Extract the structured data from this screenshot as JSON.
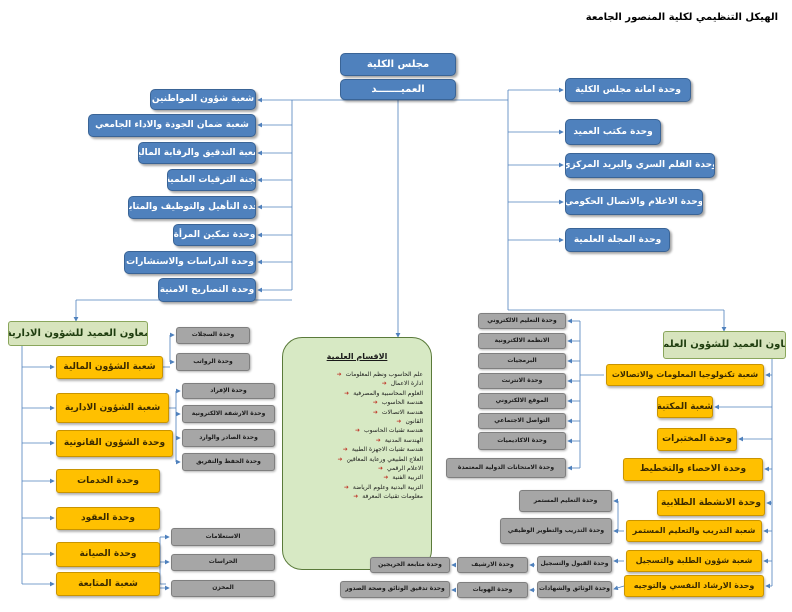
{
  "title": "الهيكل التنظيمي لكلية المنصور الجامعة",
  "top": {
    "council": "مجلس الكلية",
    "dean": "العميـــــــد"
  },
  "left_units": [
    "شعبة شؤون المواطنين",
    "شعبة ضمان الجودة والاداء الجامعي",
    "شعبة التدقيق والرقابة المالية",
    "لجنة الترقيات العلمية",
    "وحدة التأهيل والتوظيف والمتابعة",
    "وحدة تمكين المرأة",
    "وحدة الدراسات والاستشارات",
    "وحدة التصاريح الامنية"
  ],
  "right_units": [
    "وحدة امانة مجلس الكلية",
    "وحدة مكتب العميد",
    "وحدة القلم السري والبريد المركزي",
    "وحدة الاعلام والاتصال الحكومي",
    "وحدة المجلة العلمية"
  ],
  "admin": {
    "head": "معاون العميد للشؤون الادارية",
    "sections": [
      "شعبة الشؤون المالية",
      "شعبة الشؤون الادارية",
      "وحدة الشؤون القانونية",
      "وحدة الخدمات",
      "وحدة العقود",
      "وحدة الصيانة",
      "شعبة المتابعة"
    ],
    "subs": [
      "وحدة السجلات",
      "وحدة الرواتب",
      "وحدة الإفراد",
      "وحدة الارشفة الالكترونية",
      "وحدة الصادر والوارد",
      "وحدة الحفظ والتفريق",
      "الاستعلامات",
      "الحراسات",
      "المخزن"
    ]
  },
  "departments": {
    "title": "الاقسام العلمية",
    "items": [
      "علم الحاسوب ونظم المعلومات",
      "ادارة الاعمال",
      "العلوم المحاسبية والمصرفية",
      "هندسة الحاسوب",
      "هندسة الاتصالات",
      "القانون",
      "هندسة تقنيات الحاسوب",
      "الهندسة المدنية",
      "هندسة تقنيات الاجهزة الطبية",
      "العلاج الطبيعي ورعاية المعاقين",
      "الاعلام الرقمي",
      "التربية الفنية",
      "التربية البدنية وعلوم الرياضة",
      "معلومات تقنيات المعرفة"
    ]
  },
  "scientific": {
    "head": "معاون العميد للشؤون العلمية",
    "sections": [
      "شعبة تكنولوجيا المعلومات والاتصالات",
      "شعبة المكتبة",
      "وحدة المختبرات",
      "وحدة الاحصاء والتخطيط",
      "وحدة الانشطة الطلابية",
      "شعبة التدريب والتعليم المستمر",
      "شعبة شؤون الطلبة والتسجيل",
      "وحدة الارشاد النفسي والتوجيه"
    ],
    "it_subs": [
      "وحدة التعليم الالكتروني",
      "الانظمة الالكترونية",
      "البرمجيات",
      "وحدة الانترنت",
      "الموقع الالكتروني",
      "التواصل الاجتماعي",
      "وحدة الاكاديميات",
      "وحدة الامتحانات الدولية المعتمدة"
    ],
    "training_subs": [
      "وحدة التعليم المستمر",
      "وحدة التدريب والتطوير الوظيفي"
    ],
    "student_subs": [
      "وحدة القبول والتسجيل",
      "وحدة الارشيف",
      "وحدة متابعة الخريجين",
      "وحدة الوثائق والشهادات",
      "وحدة الهويات",
      "وحدة تدقيق الوثائق وصحة الصدور"
    ]
  }
}
